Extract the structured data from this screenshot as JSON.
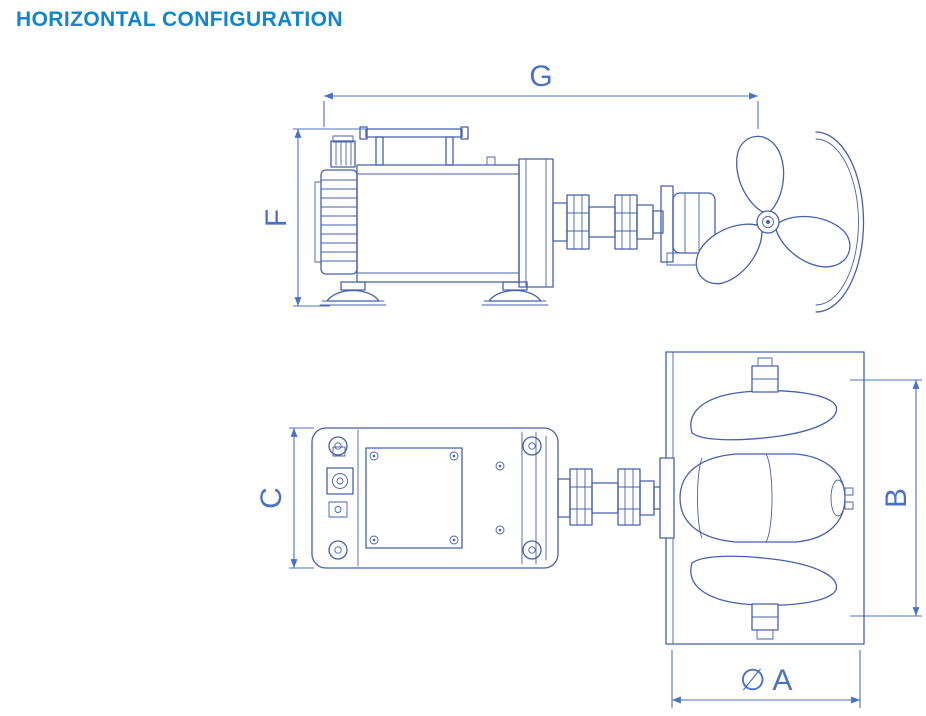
{
  "title": "HORIZONTAL CONFIGURATION",
  "colors": {
    "title": "#1286c8",
    "line": "#4761aa",
    "dim": "#4a71c4",
    "bg": "#ffffff"
  },
  "views": {
    "side_view": "side elevation of thruster motor with propeller",
    "plan_view": "top plan view of thruster motor with tunnel plate"
  },
  "dimensions": {
    "g": "G",
    "f": "F",
    "c": "C",
    "b": "B",
    "a": "∅ A"
  }
}
